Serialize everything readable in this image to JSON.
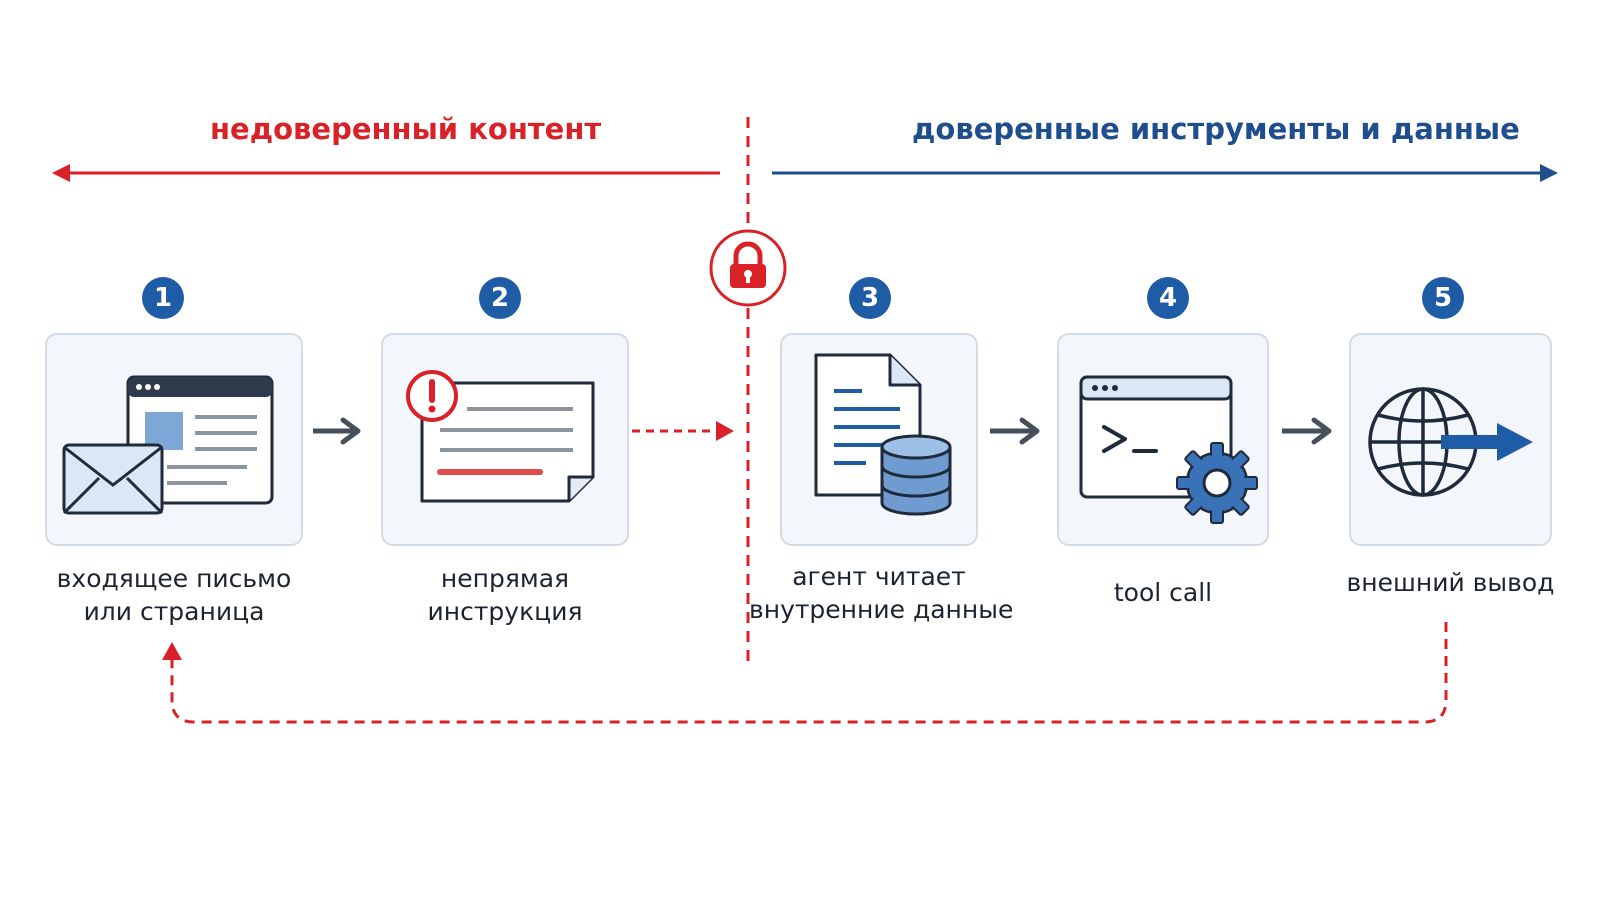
{
  "zones": {
    "untrusted": {
      "title": "недоверенный контент",
      "color": "#d92127"
    },
    "trusted": {
      "title": "доверенные инструменты и данные",
      "color": "#1f4e8f"
    }
  },
  "boundary": {
    "icon": "lock-icon",
    "color": "#d92127"
  },
  "steps": [
    {
      "number": "1",
      "icon": "email-and-webpage-icon",
      "label_lines": [
        "входящее письмо",
        "или страница"
      ]
    },
    {
      "number": "2",
      "icon": "warning-document-icon",
      "label_lines": [
        "непрямая",
        "инструкция"
      ]
    },
    {
      "number": "3",
      "icon": "document-database-icon",
      "label_lines": [
        "агент читает",
        "внутренние данные"
      ]
    },
    {
      "number": "4",
      "icon": "terminal-gear-icon",
      "label_lines": [
        "tool call"
      ]
    },
    {
      "number": "5",
      "icon": "globe-arrow-icon",
      "label_lines": [
        "внешний вывод"
      ]
    }
  ],
  "colors": {
    "accent_blue": "#1f5ca6",
    "danger_red": "#d92127",
    "arrow_gray": "#46505c",
    "card_bg": "#f3f6fa"
  }
}
